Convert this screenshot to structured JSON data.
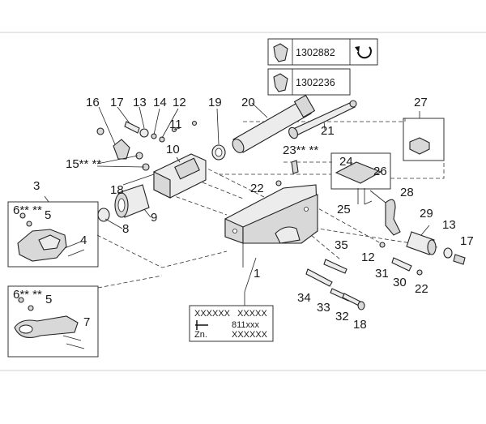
{
  "refs": {
    "top": {
      "code": "1302882",
      "icon": "rotate-icon"
    },
    "second": {
      "code": "1302236"
    }
  },
  "labels": {
    "l1": "1",
    "l3": "3",
    "l4": "4",
    "l5": "5",
    "l5b": "5",
    "l6": "6** **",
    "l6b": "6** **",
    "l7": "7",
    "l8": "8",
    "l9": "9",
    "l10": "10",
    "l11": "11",
    "l12": "12",
    "l12b": "12",
    "l13": "13",
    "l13b": "13",
    "l14": "14",
    "l15": "15** **",
    "l16": "16",
    "l17": "17",
    "l17b": "17",
    "l18": "18",
    "l18b": "18",
    "l19": "19",
    "l20": "20",
    "l21": "21",
    "l22": "22",
    "l22b": "22",
    "l23": "23** **",
    "l24": "24",
    "l25": "25",
    "l26": "26",
    "l27": "27",
    "l28": "28",
    "l29": "29",
    "l30": "30",
    "l31": "31",
    "l32": "32",
    "l33": "33",
    "l34": "34",
    "l35": "35"
  },
  "plate": {
    "row1_left": "XXXXXX",
    "row1_right": "XXXXX",
    "row2_value": "811xxx",
    "row3_left": "Zn.",
    "row3_right": "XXXXXX"
  }
}
